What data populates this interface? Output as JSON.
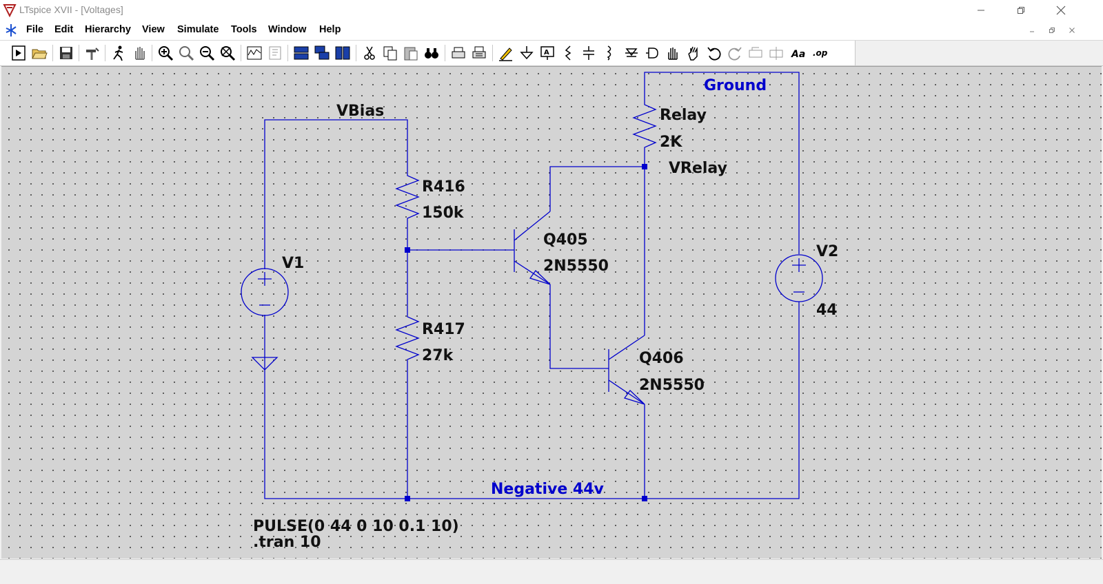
{
  "window": {
    "title": "LTspice XVII - [Voltages]"
  },
  "menu": {
    "items": [
      "File",
      "Edit",
      "Hierarchy",
      "View",
      "Simulate",
      "Tools",
      "Window",
      "Help"
    ]
  },
  "schematic": {
    "nets": {
      "vbias": "VBias",
      "ground": "Ground",
      "vrelay": "VRelay",
      "negative": "Negative 44v"
    },
    "components": {
      "r416": {
        "name": "R416",
        "value": "150k"
      },
      "r417": {
        "name": "R417",
        "value": "27k"
      },
      "relay": {
        "name": "Relay",
        "value": "2K"
      },
      "q405": {
        "name": "Q405",
        "value": "2N5550"
      },
      "q406": {
        "name": "Q406",
        "value": "2N5550"
      },
      "v1": {
        "name": "V1"
      },
      "v2": {
        "name": "V2",
        "value": "44"
      }
    },
    "directives": {
      "pulse": "PULSE(0 44 0 10 0.1 10)",
      "tran": ".tran 10"
    }
  },
  "colors": {
    "wire": "#0000cc",
    "canvas": "#d4d4d4",
    "label_text": "#111111",
    "net_label": "#0000cc"
  }
}
